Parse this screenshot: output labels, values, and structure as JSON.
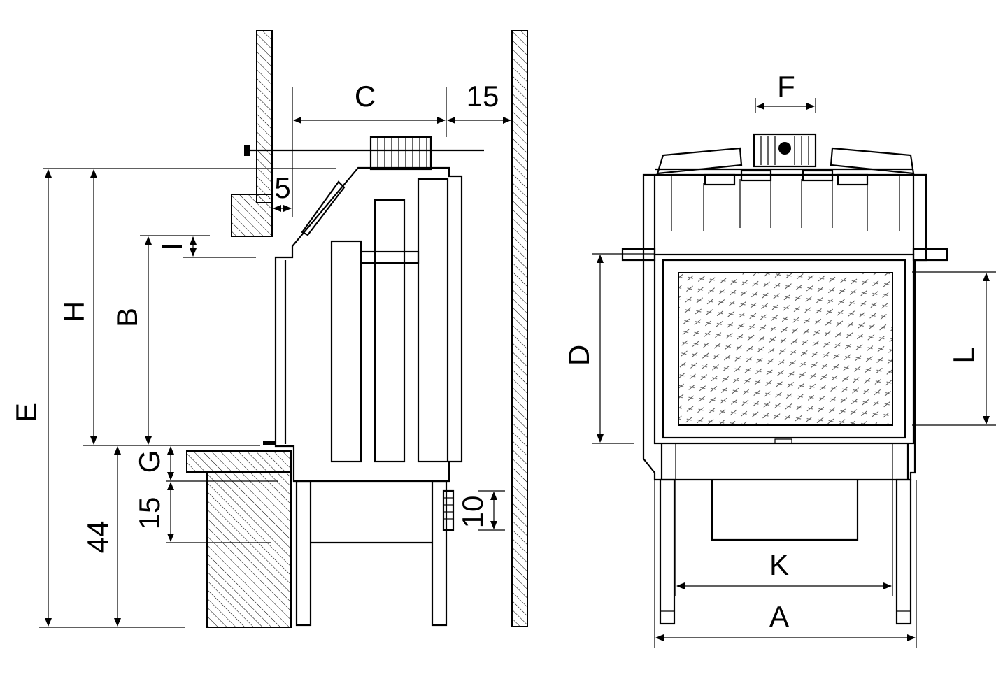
{
  "side_view": {
    "dimension_labels": {
      "C": "C",
      "clearance_top": "15",
      "gap": "5",
      "I": "I",
      "H": "H",
      "B": "B",
      "E": "E",
      "G": "G",
      "shelf": "15",
      "base_height": "44",
      "leg": "10"
    }
  },
  "front_view": {
    "dimension_labels": {
      "F": "F",
      "D": "D",
      "L": "L",
      "K": "K",
      "A": "A"
    }
  }
}
